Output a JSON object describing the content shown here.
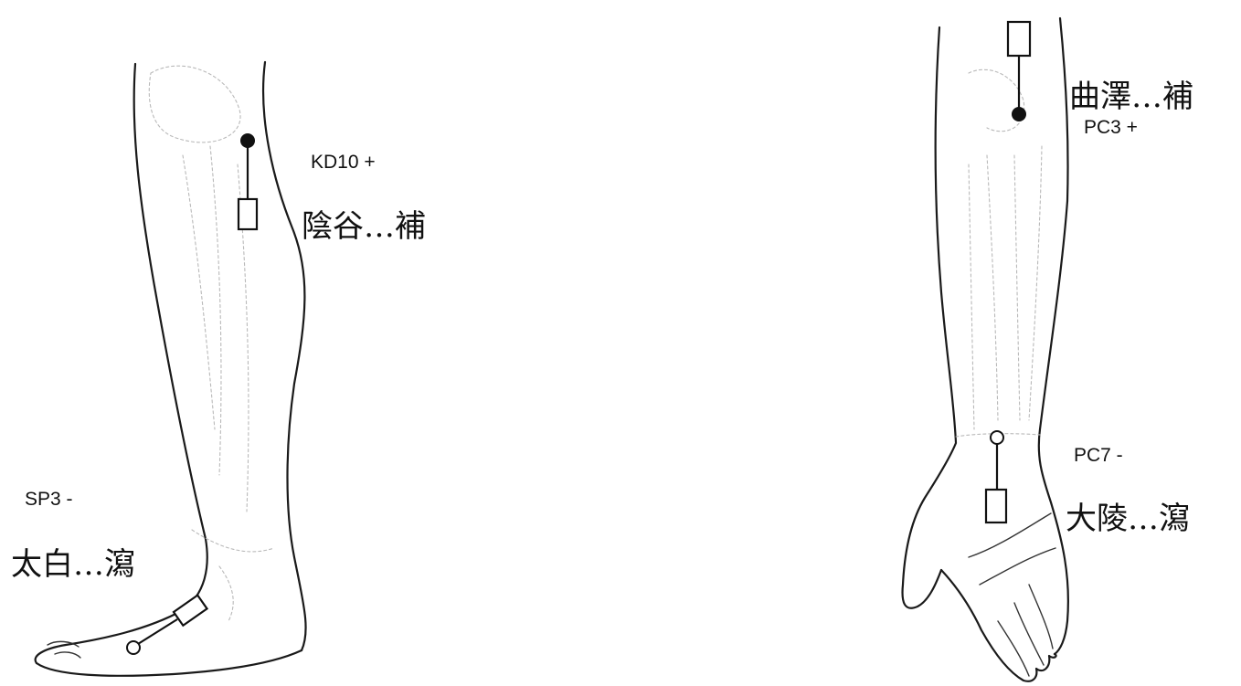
{
  "points": {
    "kd10": {
      "code": "KD10 +",
      "name": "陰谷…補"
    },
    "sp3": {
      "code": "SP3 -",
      "name": "太白…瀉"
    },
    "pc3": {
      "code": "PC3 +",
      "name": "曲澤…補"
    },
    "pc7": {
      "code": "PC7 -",
      "name": "大陵…瀉"
    }
  }
}
